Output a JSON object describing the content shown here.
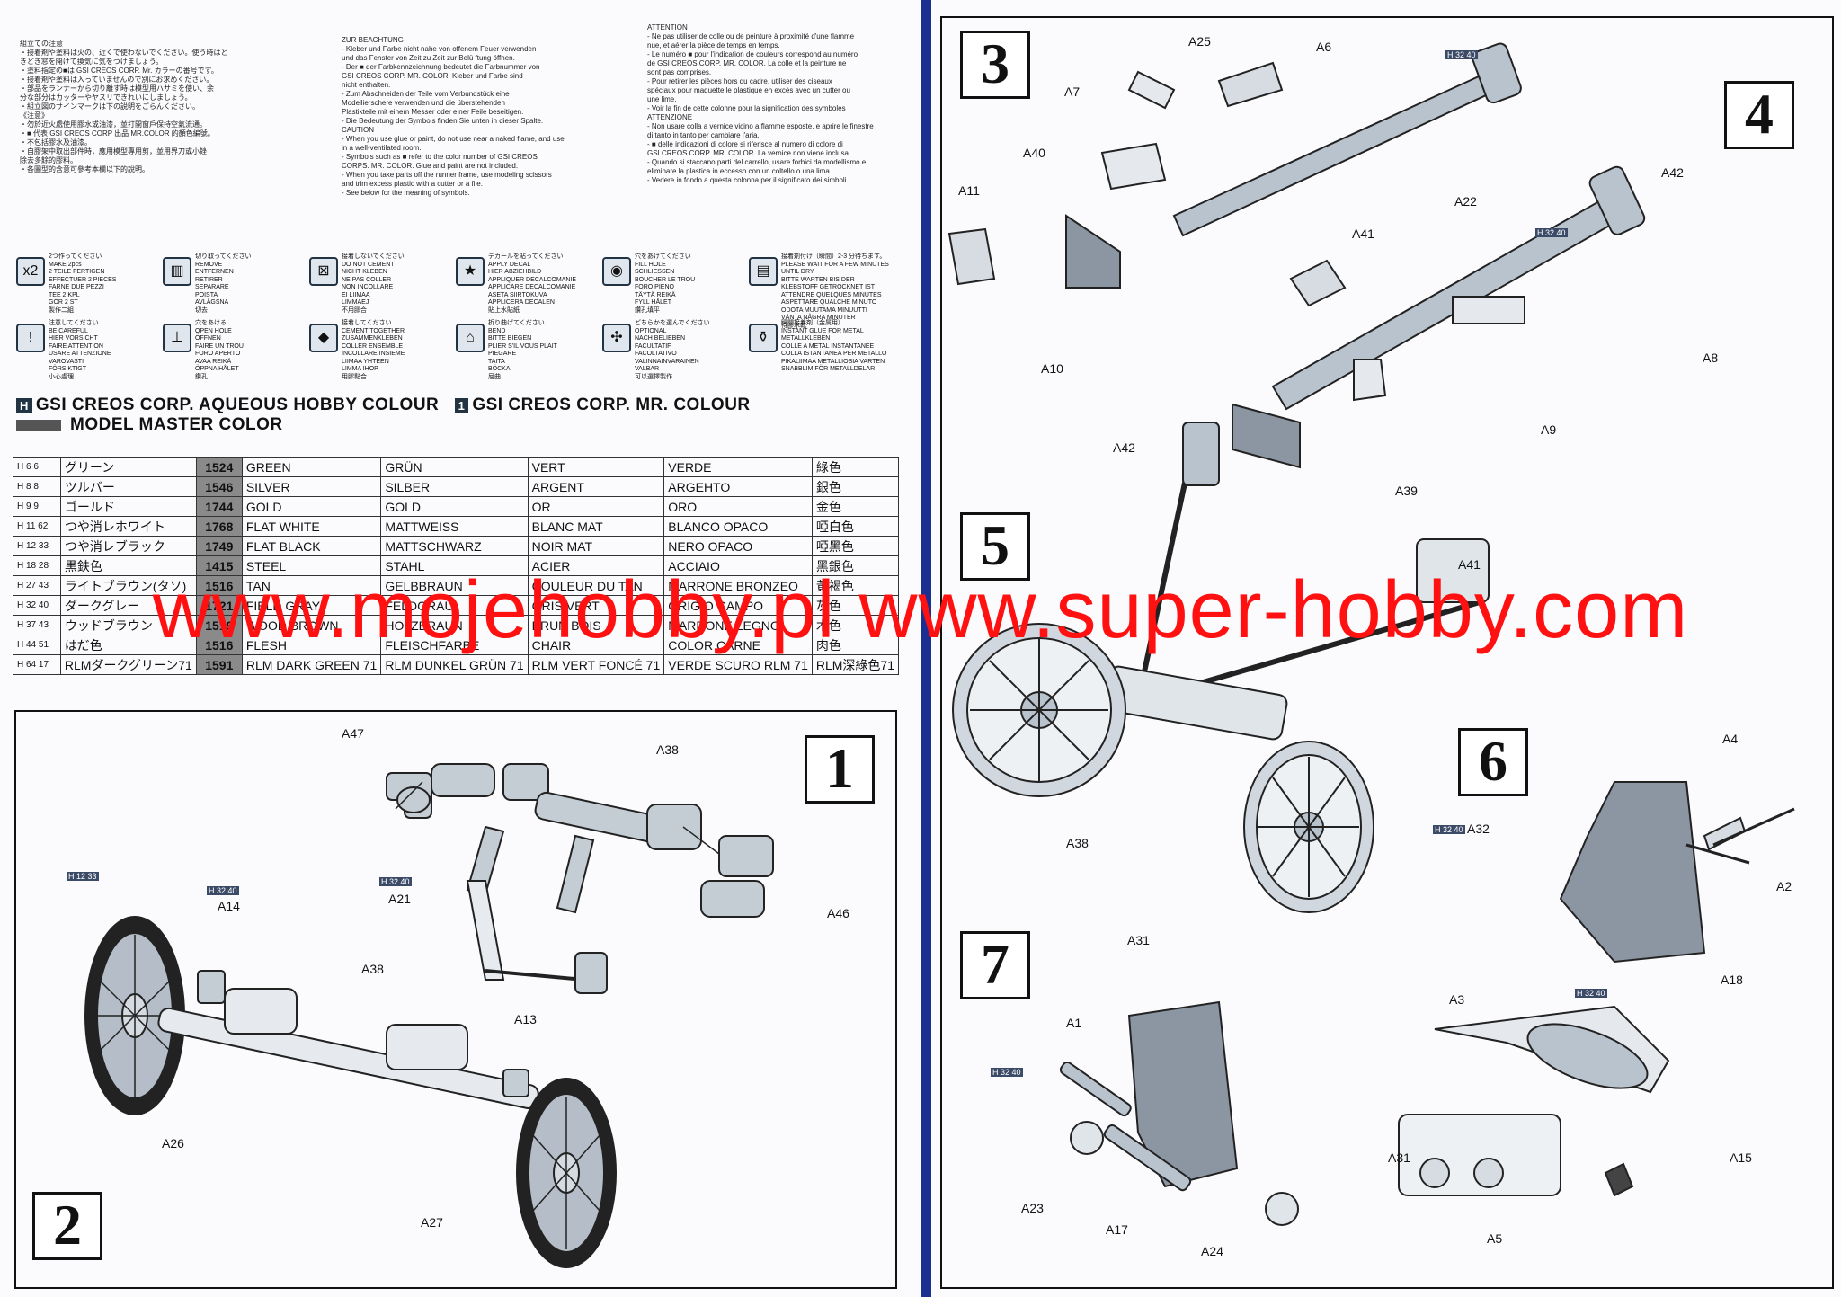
{
  "notes_jp": [
    "組立ての注意",
    "・接着剤や塗料は火の、近くで使わないでください。使う時はと",
    "きどき窓を開けて換気に気をつけましょう。",
    "・塗料指定の■は GSI CREOS CORP. Mr. カラーの番号です。",
    "・接着剤や塗料は入っていませんので別にお求めください。",
    "・部品をランナーから切り離す時は模型用ハサミを使い、余",
    "分な部分はカッターやヤスリできれいにしましょう。",
    "・組立図のサインマークは下の説明をごらんください。",
    "《注意》",
    "・勿於近火處使用膠水或油漆，並打開窗戶保持空氣流通。",
    "・■ 代表 GSI CREOS CORP 出品 MR.COLOR 的顏色編號。",
    "・不包括膠水及油漆。",
    "・自膠架中取出部件時，應用模型專用剪，並用界刀或小銼",
    "除去多餘的膠料。",
    "・各圖型的含意可參考本欄以下的說明。"
  ],
  "notes_de": [
    "ZUR BEACHTUNG",
    "- Kleber und Farbe nicht nahe von offenem Feuer verwenden",
    "und das Fenster von Zeit zu Zeit zur Belü ftung öffnen.",
    "- Der ■ der Farbkennzeichnung bedeutet die Farbnummer von",
    "GSI CREOS CORP. MR. COLOR. Kleber und Farbe sind",
    "nicht enthalten.",
    "- Zum Abschneiden der Teile vom Verbundstück eine",
    "Modellierschere verwenden und die überstehenden",
    "Plastikteile mit einem Messer oder einer Feile beseitigen.",
    "- Die Bedeutung der Symbols finden Sie unten in dieser Spalte.",
    "",
    "CAUTION",
    "- When you use glue or paint, do not use near a naked flame, and use",
    "in a well-ventilated room.",
    "- Symbols such as ■ refer to the color number of GSI CREOS",
    "CORPS. MR. COLOR. Glue and paint are not included.",
    "- When you take parts off the runner frame, use modeling scissors",
    "and trim excess plastic with a cutter or a file.",
    "- See below for the meaning of symbols."
  ],
  "notes_fr": [
    "ATTENTION",
    "- Ne pas utiliser de colle ou de peinture à proximité d'une flamme",
    "nue, et aérer la pièce de temps en temps.",
    "- Le numéro ■ pour l'indication de couleurs correspond au numéro",
    "de GSI CREOS CORP. MR. COLOR. La colle et la peinture ne",
    "sont pas comprises.",
    "- Pour retirer les pièces hors du cadre, utiliser des ciseaux",
    "spéciaux pour maquette le plastique en excès avec un cutter ou",
    "une lime.",
    "- Voir la fin de cette colonne pour la signification des symboles",
    "ATTENZIONE",
    "- Non usare colla a vernice vicino a flamme esposte, e aprire le finestre",
    "di tanto in tanto per cambiare l'aria.",
    "- ■ delle indicazioni di colore si riferisce al numero di colore di",
    "GSI CREOS CORP. MR. COLOR. La vernice non viene inclusa.",
    "- Quando si staccano parti del carrello, usare forbici da modellismo e",
    "eliminare la plastica in eccesso con un coltello o una lima.",
    "- Vedere in fondo a questa colonna per il significato dei simboli."
  ],
  "symbols": [
    {
      "icon": "x2",
      "text": "2つ作ってください\nMAKE 2pcs\n2 TEILE FERTIGEN\nEFFECTUER 2 PIECES\nFARNE DUE PEZZI\nTEE 2 KPL\nGÖR 2 ST\n製作二組"
    },
    {
      "icon": "▥",
      "text": "切り取ってください\nREMOVE\nENTFERNEN\nRETIRER\nSEPARARE\nPOISTA\nAVLÄGSNA\n切去"
    },
    {
      "icon": "⊠",
      "text": "接着しないでください\nDO NOT CEMENT\nNICHT KLEBEN\nNE PAS COLLER\nNON INCOLLARE\nEI LIIMAA\nLIMMAEJ\n不用膠合"
    },
    {
      "icon": "★",
      "text": "デカールを貼ってください\nAPPLY DECAL\nHIER ABZIEHBILD\nAPPLIQUER DECALCOMANIE\nAPPLICARE DECALCOMANIE\nASETA SIIRTOKUVA\nAPPLICERA DECALEN\n貼上水貼紙"
    },
    {
      "icon": "◉",
      "text": "穴をあけてください\nFILL HOLE\nSCHLIESSEN\nBOUCHER LE TROU\nFORO PIENO\nTÄYTÄ REIKÄ\nFYLL HÅLET\n鑽孔填平"
    },
    {
      "icon": "▤",
      "text": "接着剤付け（瞬間）2-3 分待ちます。\nPLEASE WAIT FOR A FEW MINUTES UNTIL DRY\nBITTE WARTEN BIS DER KLEBSTOFF GETROCKNET IST\nATTENDRE QUELQUES MINUTES\nASPETTARE QUALCHE MINUTO\nODOTA MUUTAMA MINUUTTI\nVÄNTA NÅGRA MINUTER\n待膠水乾"
    },
    {
      "icon": "!",
      "text": "注意してください\nBE CAREFUL\nHIER VORSICHT\nFAIRE ATTENTION\nUSARE ATTENZIONE\nVAROVASTI\nFÖRSIKTIGT\n小心處理"
    },
    {
      "icon": "⊥",
      "text": "穴をあける\nOPEN HOLE\nÖFFNEN\nFAIRE UN TROU\nFORO APERTO\nAVAA REIKÄ\nÖPPNA HÅLET\n鑽孔"
    },
    {
      "icon": "◆",
      "text": "接着してください\nCEMENT TOGETHER\nZUSAMMENKLEBEN\nCOLLER ENSEMBLE\nINCOLLARE INSIEME\nLIIMAA YHTEEN\nLIMMA IHOP\n用膠黏合"
    },
    {
      "icon": "⌂",
      "text": "折り曲げてください\nBEND\nBITTE BIEGEN\nPLIER S'IL VOUS PLAIT\nPIEGARE\nTAITA\nBÖCKA\n屈曲"
    },
    {
      "icon": "✣",
      "text": "どちらかを選んでください\nOPTIONAL\nNACH BELIEBEN\nFACULTATIF\nFACOLTATIVO\nVALINNAINVARAINEN\nVALBAR\n可以選擇製作"
    },
    {
      "icon": "⚱",
      "text": "瞬間接着剤（金属用）\nINSTANT GLUE FOR METAL\nMETALLKLEBEN\nCOLLE A METAL INSTANTANEE\nCOLLA ISTANTANEA PER METALLO\nPIKALIIMAA METALLIOSIA VARTEN\nSNABBLIM FÖR METALLDELAR"
    }
  ],
  "paint_legend": {
    "hobby_tag": "H",
    "hobby_label": "GSI CREOS CORP. AQUEOUS HOBBY COLOUR",
    "mr_tag": "1",
    "mr_label": "GSI CREOS CORP. MR. COLOUR",
    "mm_label": "MODEL MASTER COLOR"
  },
  "color_table": [
    {
      "code": "H 6 6",
      "jp": "グリーン",
      "mm": "1524",
      "en": "GREEN",
      "de": "GRÜN",
      "fr": "VERT",
      "it": "VERDE",
      "cn": "綠色"
    },
    {
      "code": "H 8 8",
      "jp": "ツルバー",
      "mm": "1546",
      "en": "SILVER",
      "de": "SILBER",
      "fr": "ARGENT",
      "it": "ARGEHTO",
      "cn": "銀色"
    },
    {
      "code": "H 9 9",
      "jp": "ゴールド",
      "mm": "1744",
      "en": "GOLD",
      "de": "GOLD",
      "fr": "OR",
      "it": "ORO",
      "cn": "金色"
    },
    {
      "code": "H 11 62",
      "jp": "つや消レホワイト",
      "mm": "1768",
      "en": "FLAT WHITE",
      "de": "MATTWEISS",
      "fr": "BLANC MAT",
      "it": "BLANCO OPACO",
      "cn": "啞白色"
    },
    {
      "code": "H 12 33",
      "jp": "つや消レブラック",
      "mm": "1749",
      "en": "FLAT BLACK",
      "de": "MATTSCHWARZ",
      "fr": "NOIR MAT",
      "it": "NERO OPACO",
      "cn": "啞黑色"
    },
    {
      "code": "H 18 28",
      "jp": "黒鉄色",
      "mm": "1415",
      "en": "STEEL",
      "de": "STAHL",
      "fr": "ACIER",
      "it": "ACCIAIO",
      "cn": "黑銀色"
    },
    {
      "code": "H 27 43",
      "jp": "ライトブラウン(タソ)",
      "mm": "1516",
      "en": "TAN",
      "de": "GELBBRAUN",
      "fr": "COULEUR DU TAN",
      "it": "MARRONE BRONZEO",
      "cn": "黃褐色"
    },
    {
      "code": "H 32 40",
      "jp": "ダークグレー",
      "mm": "1721",
      "en": "FIELD GRAY",
      "de": "FELDGRAU",
      "fr": "GRIS VERT",
      "it": "GRIGIO CAMPO",
      "cn": "灰色"
    },
    {
      "code": "H 37 43",
      "jp": "ウッドブラウン",
      "mm": "1519",
      "en": "WOOD BROWN",
      "de": "HOLZBRAUN",
      "fr": "BRUN BOIS",
      "it": "MARRONE LEGNO",
      "cn": "木色"
    },
    {
      "code": "H 44 51",
      "jp": "はだ色",
      "mm": "1516",
      "en": "FLESH",
      "de": "FLEISCHFARBE",
      "fr": "CHAIR",
      "it": "COLOR CARNE",
      "cn": "肉色"
    },
    {
      "code": "H 64 17",
      "jp": "RLMダークグリーン71",
      "mm": "1591",
      "en": "RLM DARK GREEN 71",
      "de": "RLM DUNKEL GRÜN 71",
      "fr": "RLM VERT FONCÉ 71",
      "it": "VERDE SCURO RLM 71",
      "cn": "RLM深綠色71"
    }
  ],
  "steps": {
    "s1": "1",
    "s2": "2",
    "s3": "3",
    "s4": "4",
    "s5": "5",
    "s6": "6",
    "s7": "7"
  },
  "part_labels": {
    "s1": [
      "A47",
      "A38",
      "A21",
      "A46"
    ],
    "s2": [
      "A14",
      "A38",
      "A13",
      "A26",
      "A27"
    ],
    "s3": [
      "A25",
      "A6",
      "A7",
      "A40",
      "A11",
      "A10",
      "A41"
    ],
    "s4": [
      "A42",
      "A22",
      "A8",
      "A9",
      "A39"
    ],
    "s5": [
      "A42",
      "A41",
      "A38"
    ],
    "s6": [
      "A4",
      "A32",
      "A2"
    ],
    "s7": [
      "A31",
      "A1",
      "A23",
      "A17",
      "A24",
      "A3",
      "A18",
      "A31",
      "A15",
      "A5"
    ]
  },
  "paint_callouts": {
    "h1232": "H 12 33",
    "h3240": "H 32 40"
  },
  "watermark": "www.mojehobby.pl www.super-hobby.com"
}
